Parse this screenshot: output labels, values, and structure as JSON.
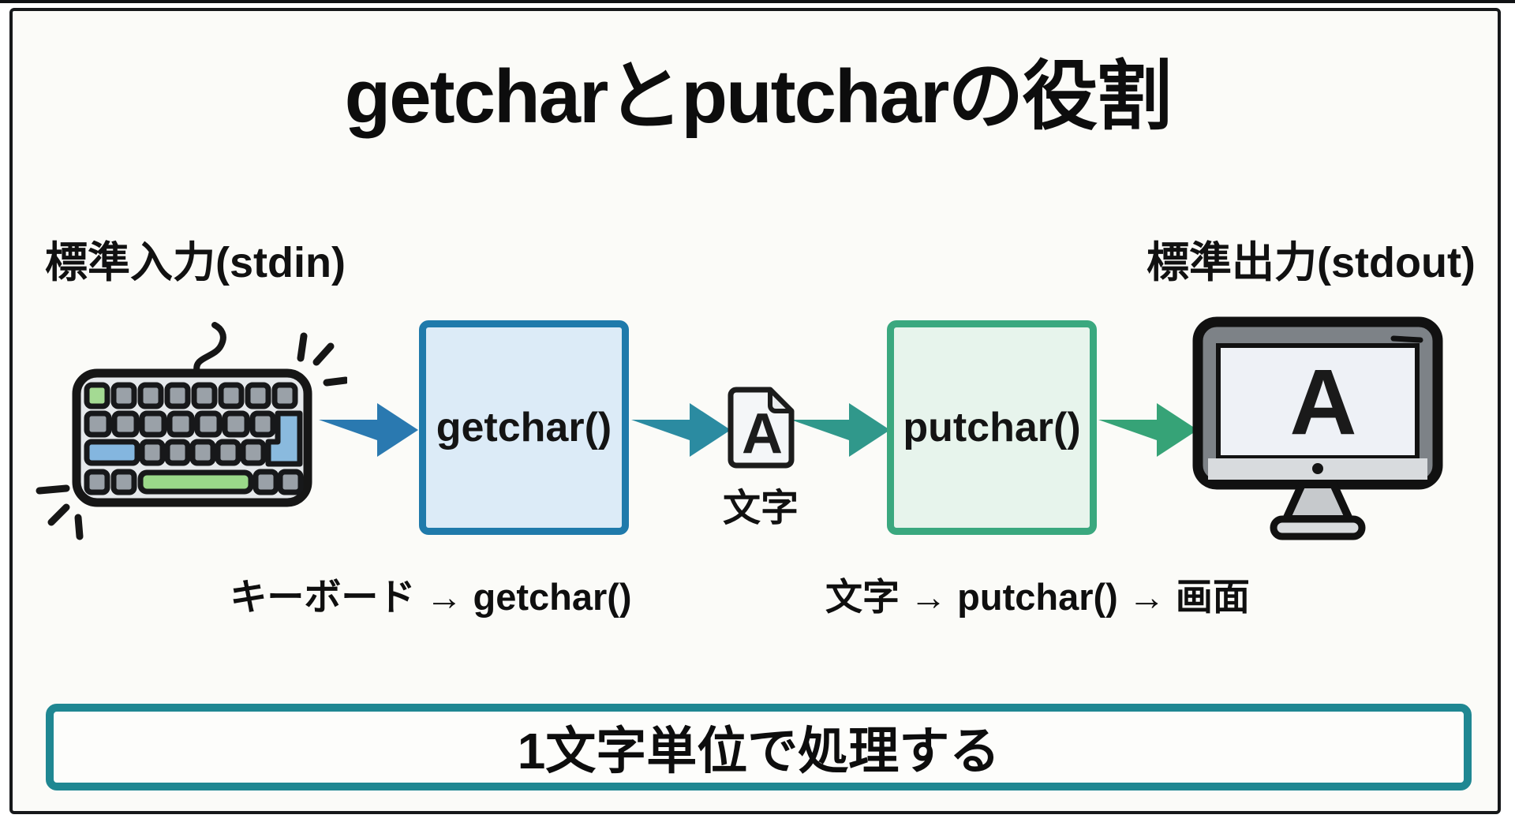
{
  "title": "getcharとputcharの役割",
  "input": {
    "label": "標準入力(stdin)",
    "device_icon": "keyboard-icon",
    "function_label": "getchar()",
    "caption": "キーボード → getchar()"
  },
  "character": {
    "letter": "A",
    "label": "文字",
    "icon": "document-icon"
  },
  "output": {
    "label": "標準出力(stdout)",
    "device_icon": "monitor-icon",
    "function_label": "putchar()",
    "screen_letter": "A",
    "caption": "文字 → putchar() → 画面"
  },
  "footer": {
    "note": "1文字単位で処理する"
  },
  "arrows": [
    {
      "name": "keyboard-to-getchar",
      "color": "#2a79b0"
    },
    {
      "name": "getchar-to-character",
      "color": "#2b8ba1"
    },
    {
      "name": "character-to-putchar",
      "color": "#30988b"
    },
    {
      "name": "putchar-to-screen",
      "color": "#36a377"
    }
  ],
  "colors": {
    "background": "#fbfbf8",
    "frame_border": "#16181a",
    "text": "#0d0d0d",
    "getchar_box_border": "#1f7aab",
    "getchar_box_fill": "#dcebf7",
    "putchar_box_border": "#3aa87f",
    "putchar_box_fill": "#e7f4ec",
    "footer_box_border": "#1f8792",
    "keyboard_key_green": "#a4da93",
    "keyboard_key_blue": "#84b6df",
    "keyboard_spacebar_green": "#9ad989",
    "monitor_bezel_gray": "#7d8287",
    "monitor_screen": "#eef1f6"
  }
}
